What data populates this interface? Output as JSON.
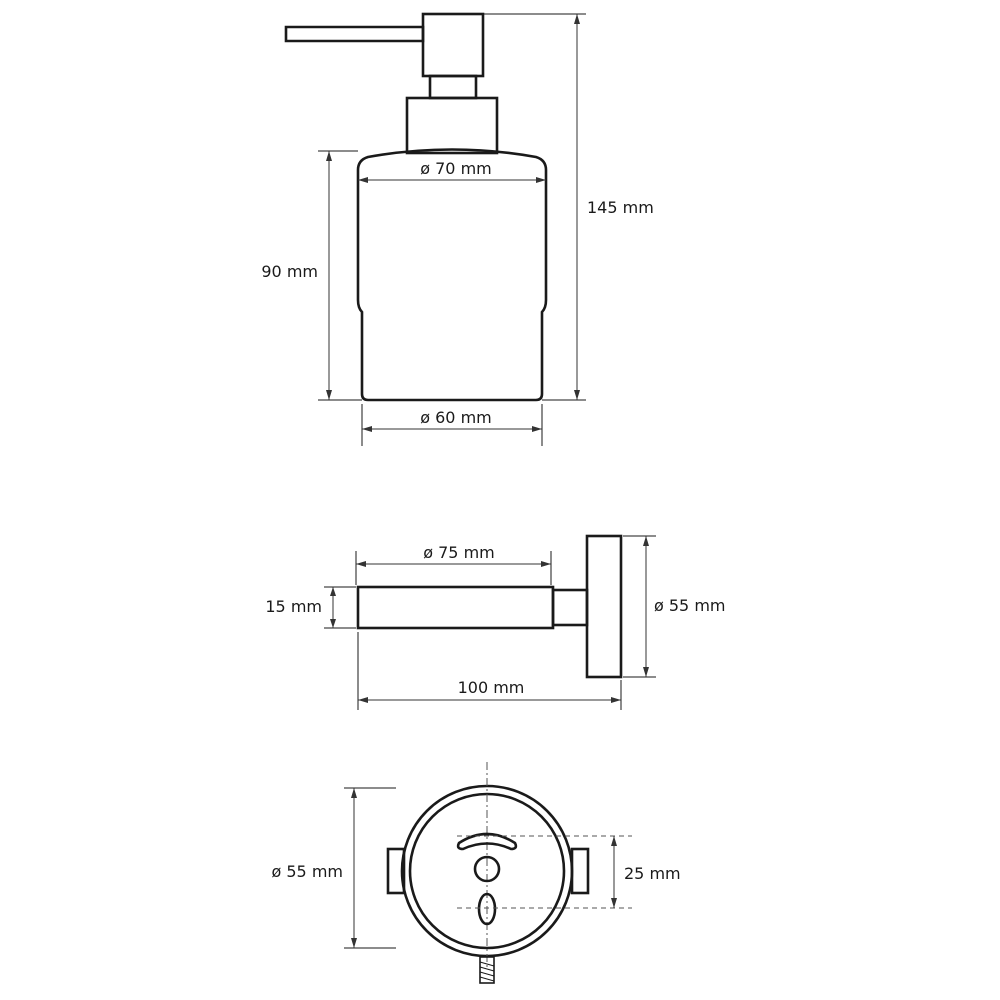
{
  "drawing": {
    "dispenser": {
      "top_diameter": "ø 70 mm",
      "bottom_diameter": "ø 60 mm",
      "body_height": "90 mm",
      "total_height": "145 mm"
    },
    "holder": {
      "ring_diameter": "ø 75 mm",
      "ring_height": "15 mm",
      "base_diameter": "ø 55 mm",
      "projection": "100 mm"
    },
    "wall_plate": {
      "diameter": "ø 55 mm",
      "hole_spacing": "25 mm"
    }
  }
}
